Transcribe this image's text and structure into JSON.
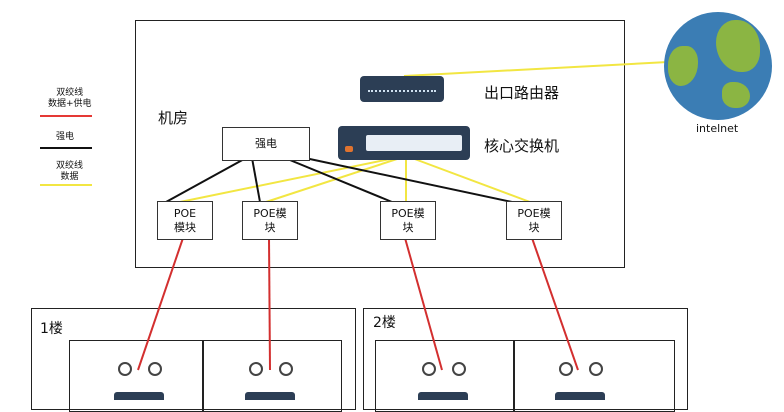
{
  "legend": {
    "power_data": {
      "label": "双绞线\n数据+供电",
      "color": "#e53935"
    },
    "power": {
      "label": "强电",
      "color": "#111111"
    },
    "data": {
      "label": "双绞线\n数据",
      "color": "#f2e642"
    }
  },
  "server_room": {
    "label": "机房"
  },
  "router": {
    "label": "出口路由器"
  },
  "core_switch": {
    "label": "核心交换机"
  },
  "power_box": {
    "label": "强电"
  },
  "internet": {
    "label": "intelnet"
  },
  "poe_modules": [
    {
      "label": "POE\n模块"
    },
    {
      "label": "POE模\n块"
    },
    {
      "label": "POE模\n块"
    },
    {
      "label": "POE模\n块"
    }
  ],
  "floors": [
    {
      "label": "1楼"
    },
    {
      "label": "2楼"
    }
  ],
  "colors": {
    "power_data_line": "#d32f2f",
    "data_line": "#f2e642",
    "power_line": "#111111",
    "earth_ocean": "#3b7db4",
    "earth_land": "#8bb543"
  }
}
